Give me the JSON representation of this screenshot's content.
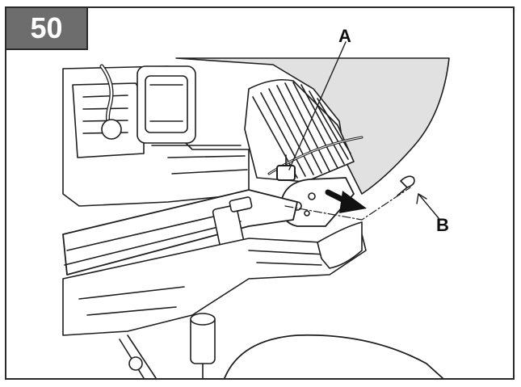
{
  "step": {
    "number": "50"
  },
  "callouts": [
    {
      "id": "A",
      "label": "A"
    },
    {
      "id": "B",
      "label": "B"
    }
  ],
  "colors": {
    "badge_background": "#6d6d6d",
    "badge_text": "#ffffff",
    "frame_border": "#2a2a2a",
    "cover_shade": "#e1e1e1",
    "line_art": "#1e1e1e"
  }
}
